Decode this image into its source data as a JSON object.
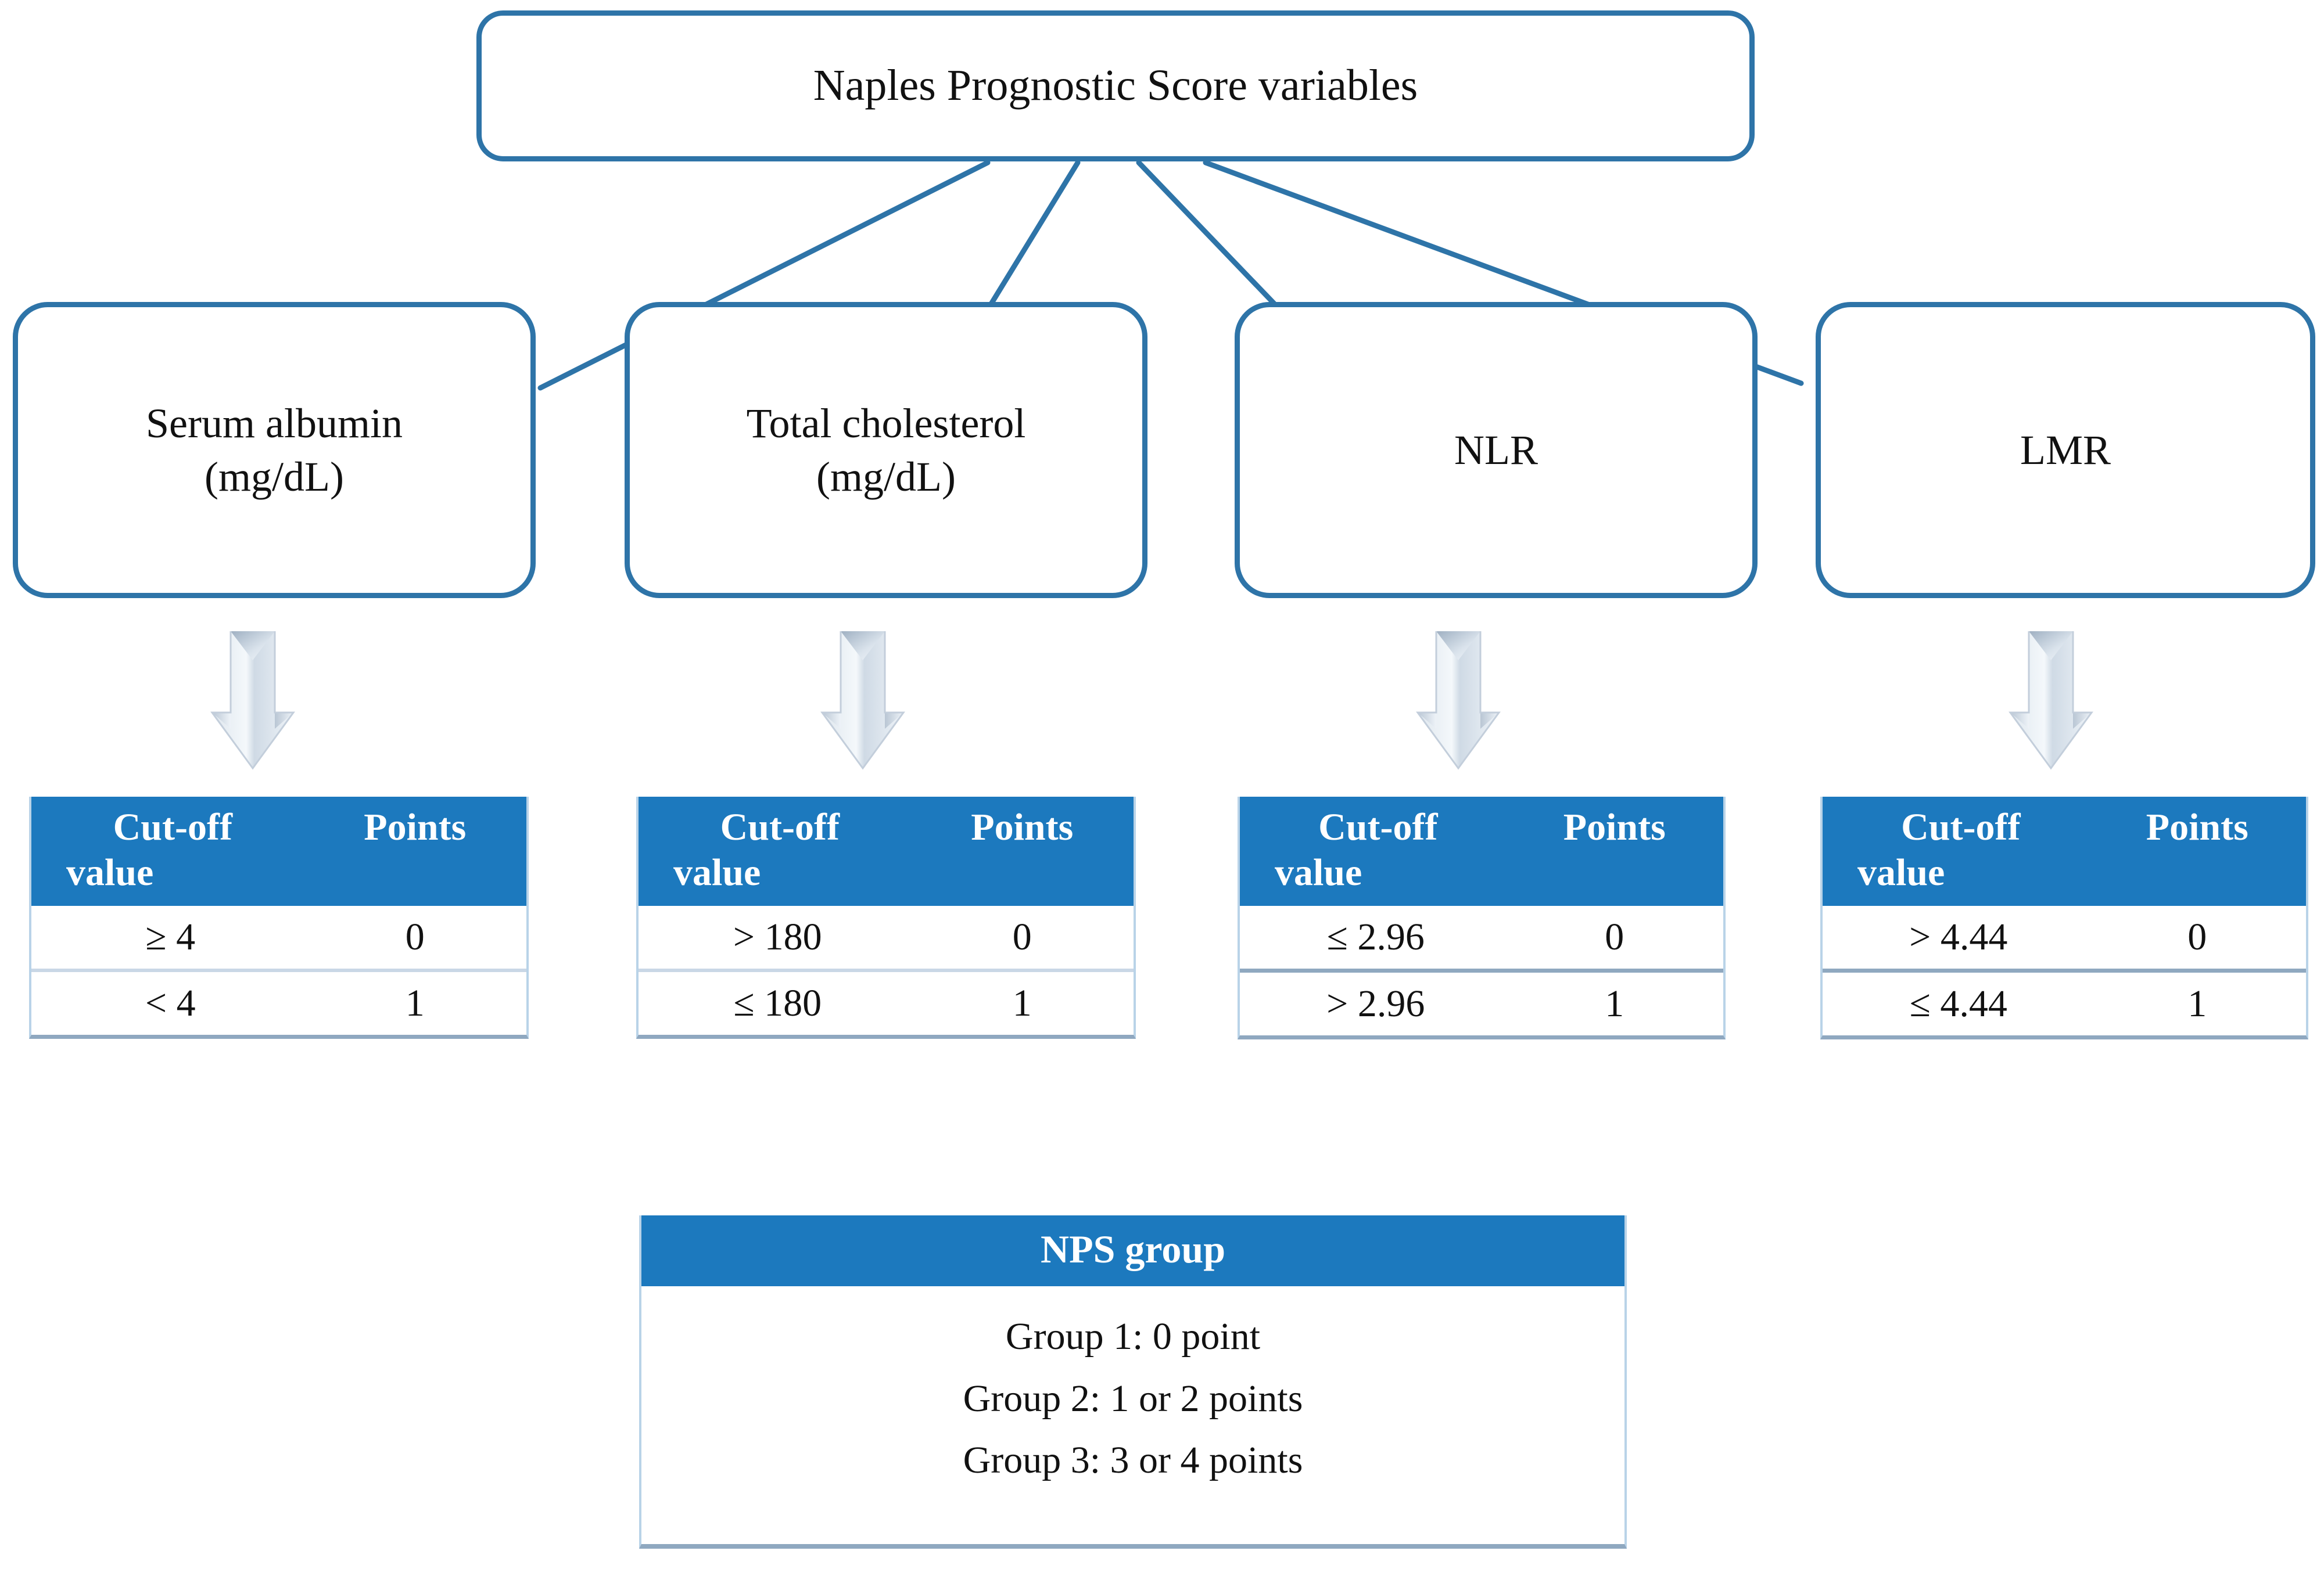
{
  "diagram": {
    "title_box": {
      "label": "Naples  Prognostic Score variables"
    },
    "variable_boxes": [
      {
        "name": "serum-albumin",
        "label": "Serum albumin\n(mg/dL)"
      },
      {
        "name": "total-cholesterol",
        "label": "Total cholesterol\n(mg/dL)"
      },
      {
        "name": "nlr",
        "label": "NLR"
      },
      {
        "name": "lmr",
        "label": "LMR"
      }
    ],
    "arrow_icon": "down-arrow-3d-icon",
    "cutoff_tables": [
      {
        "name": "serum-albumin",
        "headers": [
          "Cut-off",
          "Points",
          "value"
        ],
        "header_col1_line1": "Cut-off",
        "header_col1_line2": "value",
        "header_col2": "Points",
        "rows": [
          {
            "cutoff": "≥ 4",
            "points": "0"
          },
          {
            "cutoff": "< 4",
            "points": "1"
          }
        ]
      },
      {
        "name": "total-cholesterol",
        "headers": [
          "Cut-off",
          "Points",
          "value"
        ],
        "header_col1_line1": "Cut-off",
        "header_col1_line2": "value",
        "header_col2": "Points",
        "rows": [
          {
            "cutoff": "> 180",
            "points": "0"
          },
          {
            "cutoff": "≤ 180",
            "points": "1"
          }
        ]
      },
      {
        "name": "nlr",
        "headers": [
          "Cut-off",
          "Points",
          "value"
        ],
        "header_col1_line1": "Cut-off",
        "header_col1_line2": "value",
        "header_col2": "Points",
        "rows": [
          {
            "cutoff": "≤ 2.96",
            "points": "0"
          },
          {
            "cutoff": "> 2.96",
            "points": "1"
          }
        ]
      },
      {
        "name": "lmr",
        "headers": [
          "Cut-off",
          "Points",
          "value"
        ],
        "header_col1_line1": "Cut-off",
        "header_col1_line2": "value",
        "header_col2": "Points",
        "rows": [
          {
            "cutoff": "> 4.44",
            "points": "0"
          },
          {
            "cutoff": "≤ 4.44",
            "points": "1"
          }
        ]
      }
    ],
    "nps_group_table": {
      "header": "NPS group",
      "lines": [
        "Group 1: 0 point",
        "Group 2: 1 or 2 points",
        "Group 3: 3 or 4 points"
      ]
    },
    "colors": {
      "node_border": "#2e74a8",
      "table_header_blue": "#1c79be",
      "table_header_text": "#ffffff",
      "connector_line": "#2e74a8",
      "table_side_border": "#b9d3e8",
      "table_bottom_border": "#8fa8c0",
      "body_text": "#111111",
      "background": "#ffffff"
    }
  }
}
